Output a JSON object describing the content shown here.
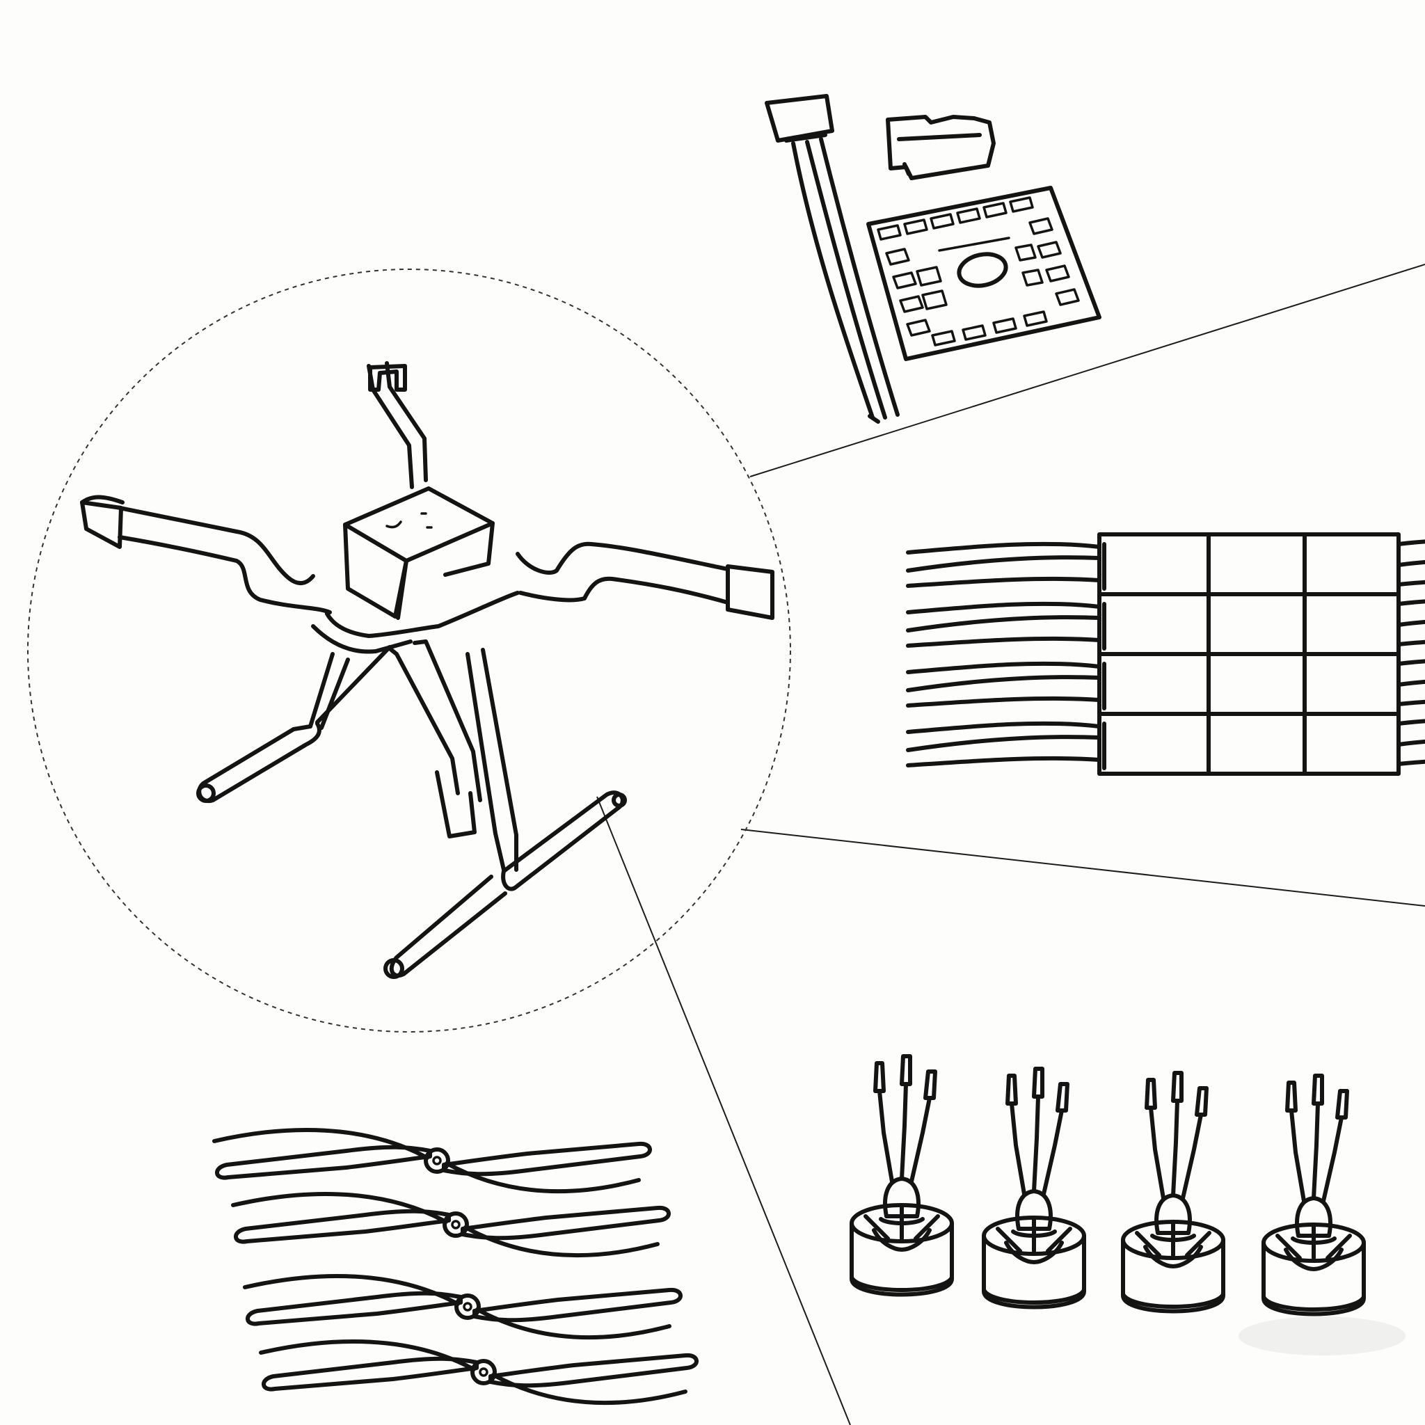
{
  "colors": {
    "paper": "#fdfdfb",
    "ink": "#141414",
    "divider": "#1c1c1c"
  },
  "components": [
    {
      "id": "drone-frame",
      "icon": "drone-frame-icon"
    },
    {
      "id": "flight-controller",
      "icon": "flight-controller-board-icon"
    },
    {
      "id": "battery-connector",
      "icon": "battery-connector-icon"
    },
    {
      "id": "receiver",
      "icon": "receiver-module-icon"
    },
    {
      "id": "esc-bundle",
      "icon": "esc-bundle-icon",
      "count": 4
    },
    {
      "id": "brushless-motors",
      "icon": "brushless-motor-icon",
      "count": 4
    },
    {
      "id": "propellers",
      "icon": "propeller-icon",
      "count": 4
    }
  ]
}
